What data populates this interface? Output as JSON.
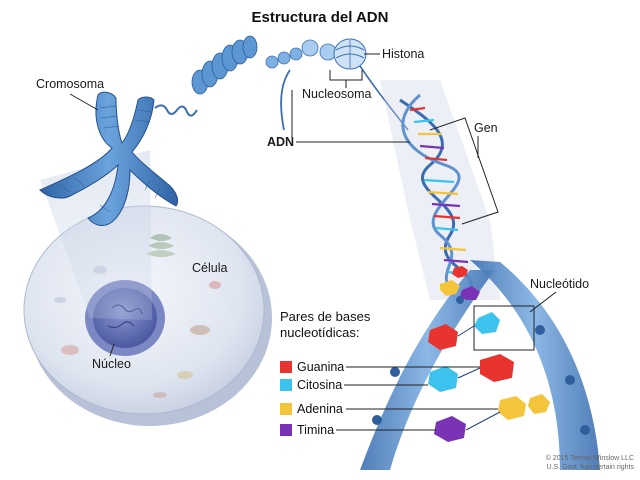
{
  "title": "Estructura del ADN",
  "labels": {
    "cromosoma": "Cromosoma",
    "histona": "Histona",
    "nucleosoma": "Nucleosoma",
    "adn": "ADN",
    "gen": "Gen",
    "celula": "Célula",
    "nucleo": "Núcleo",
    "nucleotido": "Nucleótido"
  },
  "legend": {
    "title_line1": "Pares de bases",
    "title_line2": "nucleotídicas:",
    "items": [
      {
        "label": "Guanina",
        "color": "#e8332f"
      },
      {
        "label": "Citosina",
        "color": "#3bc3ee"
      },
      {
        "label": "Adenina",
        "color": "#f4c53b"
      },
      {
        "label": "Timina",
        "color": "#7a33b5"
      }
    ]
  },
  "credit": {
    "line1": "© 2015 Terese Winslow LLC",
    "line2": "U.S. Govt. has certain rights"
  },
  "colors": {
    "chromosome": "#4a86c5",
    "cell": "#dde3ef",
    "nucleus": "#6a79bd",
    "backbone": "#5b8fcc"
  }
}
